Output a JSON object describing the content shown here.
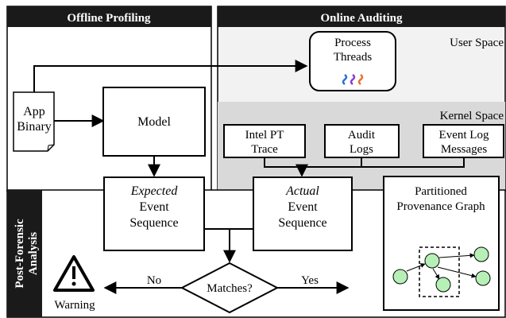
{
  "panels": {
    "offline": {
      "title": "Offline Profiling"
    },
    "online": {
      "title": "Online Auditing",
      "user_space_label": "User Space",
      "kernel_space_label": "Kernel Space"
    },
    "post": {
      "title_line1": "Post-Forensic",
      "title_line2": "Analysis"
    }
  },
  "nodes": {
    "app_binary": {
      "line1": "App",
      "line2": "Binary"
    },
    "model": {
      "label": "Model"
    },
    "process_threads": {
      "line1": "Process",
      "line2": "Threads"
    },
    "intel_pt": {
      "line1": "Intel PT",
      "line2": "Trace"
    },
    "audit_logs": {
      "line1": "Audit",
      "line2": "Logs"
    },
    "event_log": {
      "line1": "Event Log",
      "line2": "Messages"
    },
    "expected_seq": {
      "line1": "Expected",
      "line2": "Event",
      "line3": "Sequence"
    },
    "actual_seq": {
      "line1": "Actual",
      "line2": "Event",
      "line3": "Sequence"
    },
    "matches": {
      "label": "Matches?"
    },
    "no_label": "No",
    "yes_label": "Yes",
    "warning": {
      "label": "Warning"
    },
    "provenance": {
      "line1": "Partitioned",
      "line2": "Provenance Graph"
    }
  },
  "colors": {
    "header_bg": "#1a1a1a",
    "kernel_bg": "#d9d9d9",
    "online_bg": "#f2f2f2",
    "node_green": "#b6f0b6",
    "thread_blue": "#2f6fd6",
    "thread_orange": "#e8732a",
    "thread_purple": "#8a3fd0"
  }
}
